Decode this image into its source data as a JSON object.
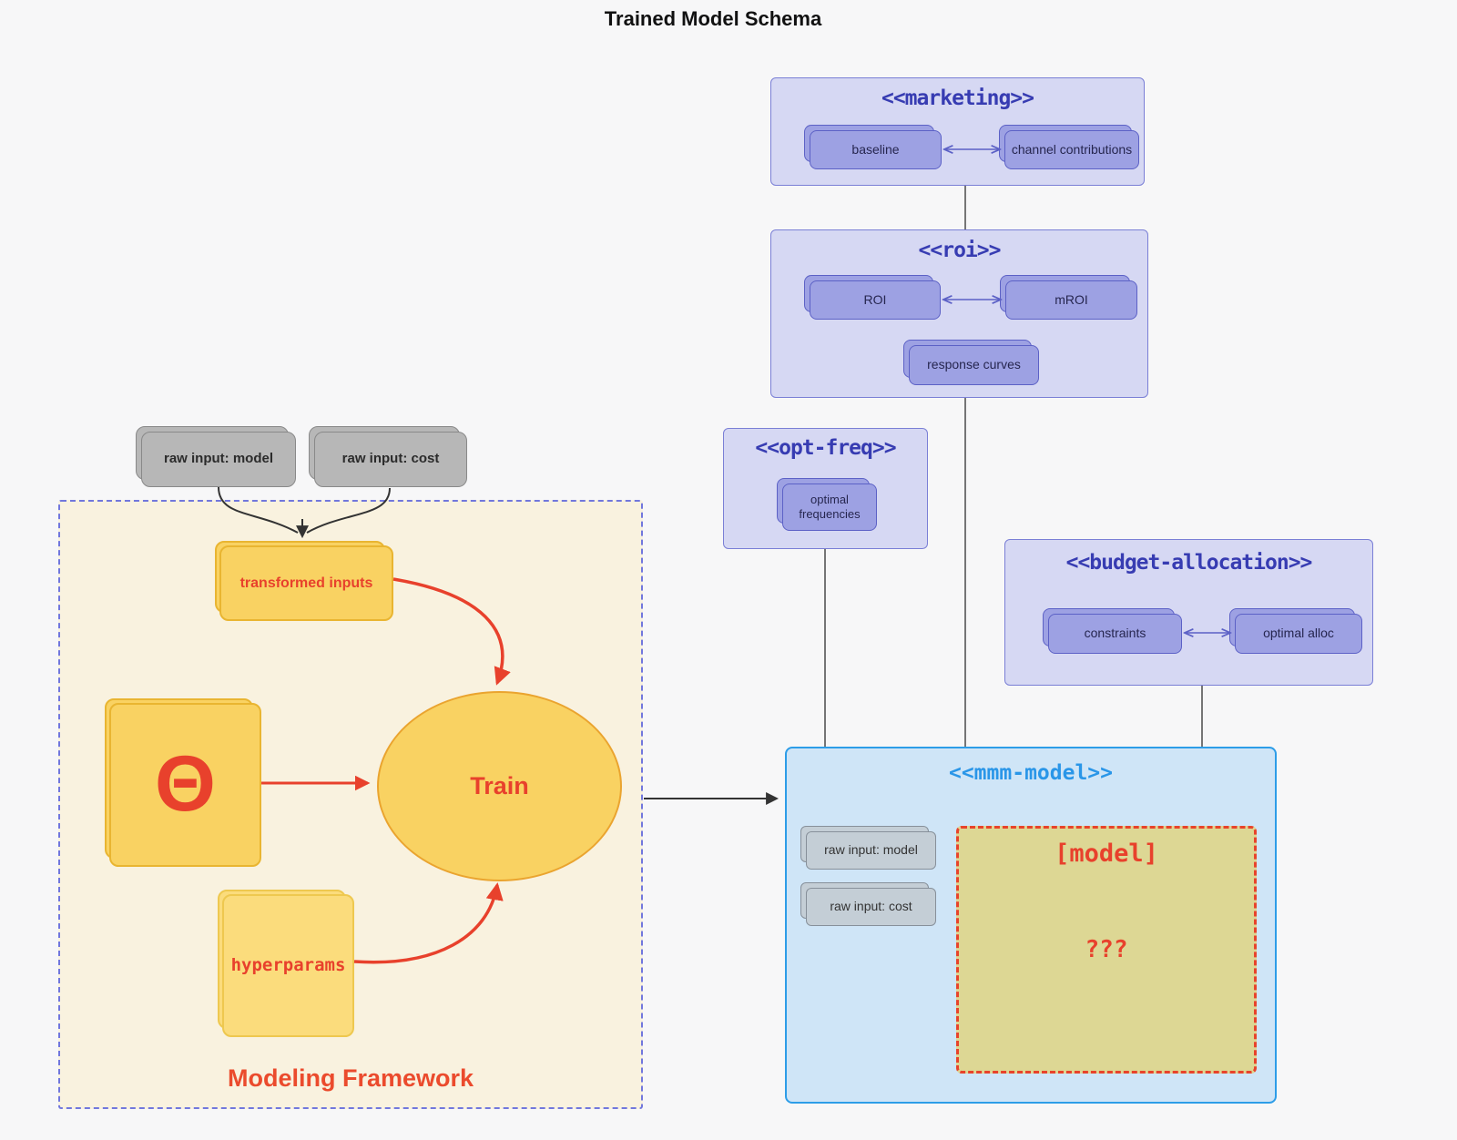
{
  "diagram_title": "Trained Model Schema",
  "colors": {
    "canvas_bg": "#f7f7f8",
    "purple_panel_fill": "#d6d8f3",
    "purple_panel_border": "#7a7fd6",
    "purple_chip_fill": "#9da1e3",
    "purple_chip_border": "#5c61c6",
    "purple_title_text": "#373cb2",
    "blue_panel_fill": "#cfe5f7",
    "blue_panel_border": "#2d9de8",
    "blue_title_text": "#2a96e8",
    "gray_chip_fill": "#b7b7b7",
    "slate_chip_fill": "#c4ced6",
    "cream_panel_fill": "#f9f2df",
    "cream_panel_border": "#7177dd",
    "yellow_fill": "#f9d262",
    "yellow_border": "#e9b531",
    "light_yellow_fill": "#fbdc7c",
    "khaki_fill": "#ddd794",
    "red_accent": "#e8412c",
    "arrow_dark": "#333333",
    "connector_gray": "#4a4a4a"
  },
  "external_inputs": {
    "model": "raw input: model",
    "cost": "raw input: cost"
  },
  "marketing": {
    "title": "<<marketing>>",
    "baseline": "baseline",
    "channel_contributions": "channel contributions"
  },
  "roi": {
    "title": "<<roi>>",
    "roi": "ROI",
    "mroi": "mROI",
    "response_curves": "response curves"
  },
  "opt_freq": {
    "title": "<<opt-freq>>",
    "optimal_frequencies": "optimal frequencies"
  },
  "budget_allocation": {
    "title": "<<budget-allocation>>",
    "constraints": "constraints",
    "optimal_alloc": "optimal alloc"
  },
  "mmm_model": {
    "title": "<<mmm-model>>",
    "raw_input_model": "raw input: model",
    "raw_input_cost": "raw input: cost",
    "model_label": "[model]",
    "model_placeholder": "???"
  },
  "framework": {
    "label": "Modeling Framework",
    "transformed_inputs": "transformed inputs",
    "theta": "Θ",
    "train": "Train",
    "hyperparams": "hyperparams"
  }
}
